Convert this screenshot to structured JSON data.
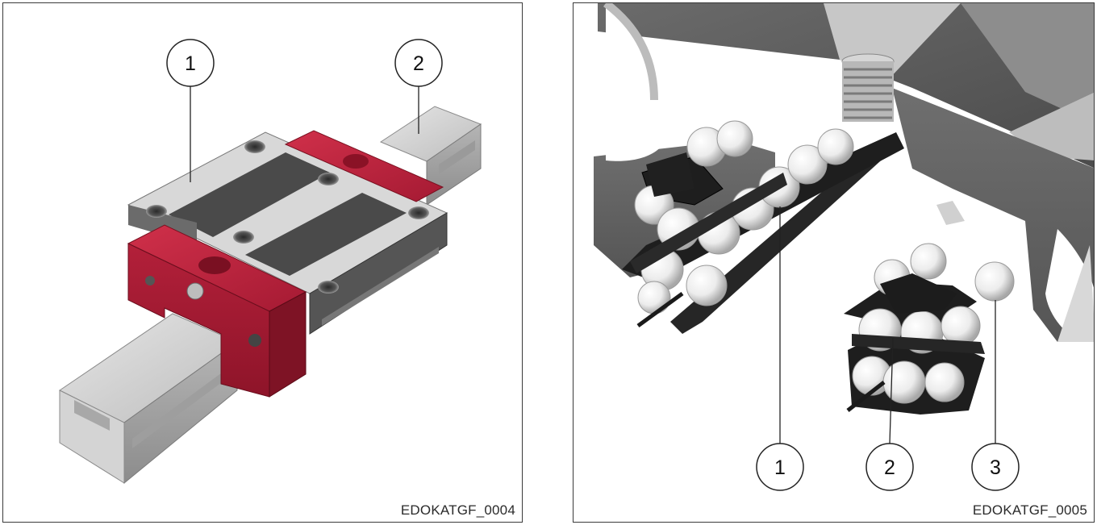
{
  "figures": [
    {
      "id_label": "EDOKATGF_0004",
      "callouts": [
        "1",
        "2"
      ],
      "parts": [
        "linear-guide-carriage",
        "guide-rail"
      ]
    },
    {
      "id_label": "EDOKATGF_0005",
      "callouts": [
        "1",
        "2",
        "3"
      ],
      "parts": [
        "retaining-strip",
        "ball-chain-retainer",
        "ball-recirculation"
      ]
    }
  ],
  "colors": {
    "seal_red": "#b8203a",
    "rail_grey": "#c9c9c9",
    "body_dark": "#4a4a4a",
    "ball_white": "#f2f2f2",
    "retainer_black": "#1e1e1e"
  }
}
